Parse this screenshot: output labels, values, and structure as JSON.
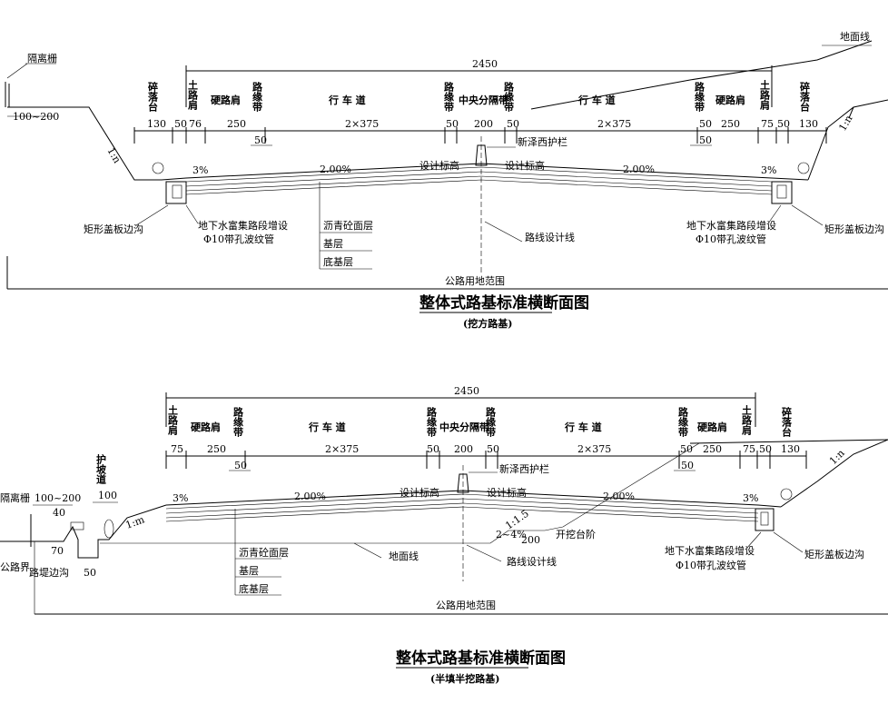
{
  "top": {
    "title": "整体式路基标准横断面图",
    "subtitle": "(挖方路基)",
    "total_width": "2450",
    "left_fence": "隔离栅",
    "left_fence_width": "100~200",
    "ground_line": "地面线",
    "top_labels": [
      "碎落台",
      "土路肩",
      "硬路肩",
      "路缘带",
      "行 车 道",
      "路缘带",
      "中央分隔带",
      "路缘带",
      "行 车 道",
      "路缘带",
      "硬路肩",
      "土路肩",
      "碎落台"
    ],
    "dims": [
      "130",
      "50",
      "76",
      "250",
      "2×375",
      "50",
      "200",
      "50",
      "2×375",
      "50",
      "250",
      "75",
      "50",
      "130"
    ],
    "dims_small": [
      "50",
      "50"
    ],
    "slope_left": "1:n",
    "slope_right": "1:n",
    "guardrail": "新泽西护栏",
    "design_level_left": "设计标高",
    "design_level_right": "设计标高",
    "crossfall_left": "2.00%",
    "crossfall_right": "2.00%",
    "shoulder_slope_left": "3%",
    "shoulder_slope_right": "3%",
    "ditch_left": "矩形盖板边沟",
    "ditch_right": "矩形盖板边沟",
    "pipe_left_1": "地下水富集路段增设",
    "pipe_left_2": "Φ10带孔波纹管",
    "pipe_right_1": "地下水富集路段增设",
    "pipe_right_2": "Φ10带孔波纹管",
    "layers": [
      "沥青砼面层",
      "基层",
      "底基层"
    ],
    "centerline": "路线设计线",
    "land_range": "公路用地范围"
  },
  "bottom": {
    "title": "整体式路基标准横断面图",
    "subtitle": "(半填半挖路基)",
    "total_width": "2450",
    "top_labels": [
      "土路肩",
      "硬路肩",
      "路缘带",
      "行 车 道",
      "路缘带",
      "中央分隔带",
      "路缘带",
      "行 车 道",
      "路缘带",
      "硬路肩",
      "土路肩",
      "碎落台"
    ],
    "dims": [
      "75",
      "250",
      "2×375",
      "50",
      "200",
      "50",
      "2×375",
      "50",
      "250",
      "75",
      "50",
      "130"
    ],
    "dims_small": [
      "50",
      "50"
    ],
    "berm": "护坡道",
    "berm_width": "100",
    "left_fence": "隔离栅",
    "left_fence_width": "100~200",
    "ditch_width_a": "40",
    "ditch_depth": "70",
    "ditch_width_b": "50",
    "land_boundary": "公路界",
    "embank_ditch": "路堤边沟",
    "slope_left": "1:m",
    "slope_right": "1:n",
    "guardrail": "新泽西护栏",
    "design_level_left": "设计标高",
    "design_level_right": "设计标高",
    "crossfall_left": "2.00%",
    "crossfall_right": "2.00%",
    "shoulder_slope_left": "3%",
    "shoulder_slope_right": "3%",
    "bench_slope": "1:1.5",
    "bench_ratio": "2~4%",
    "bench_width": "200",
    "bench": "开挖台阶",
    "ground_line": "地面线",
    "centerline": "路线设计线",
    "layers": [
      "沥青砼面层",
      "基层",
      "底基层"
    ],
    "ditch_right": "矩形盖板边沟",
    "pipe_right_1": "地下水富集路段增设",
    "pipe_right_2": "Φ10带孔波纹管",
    "land_range": "公路用地范围"
  }
}
